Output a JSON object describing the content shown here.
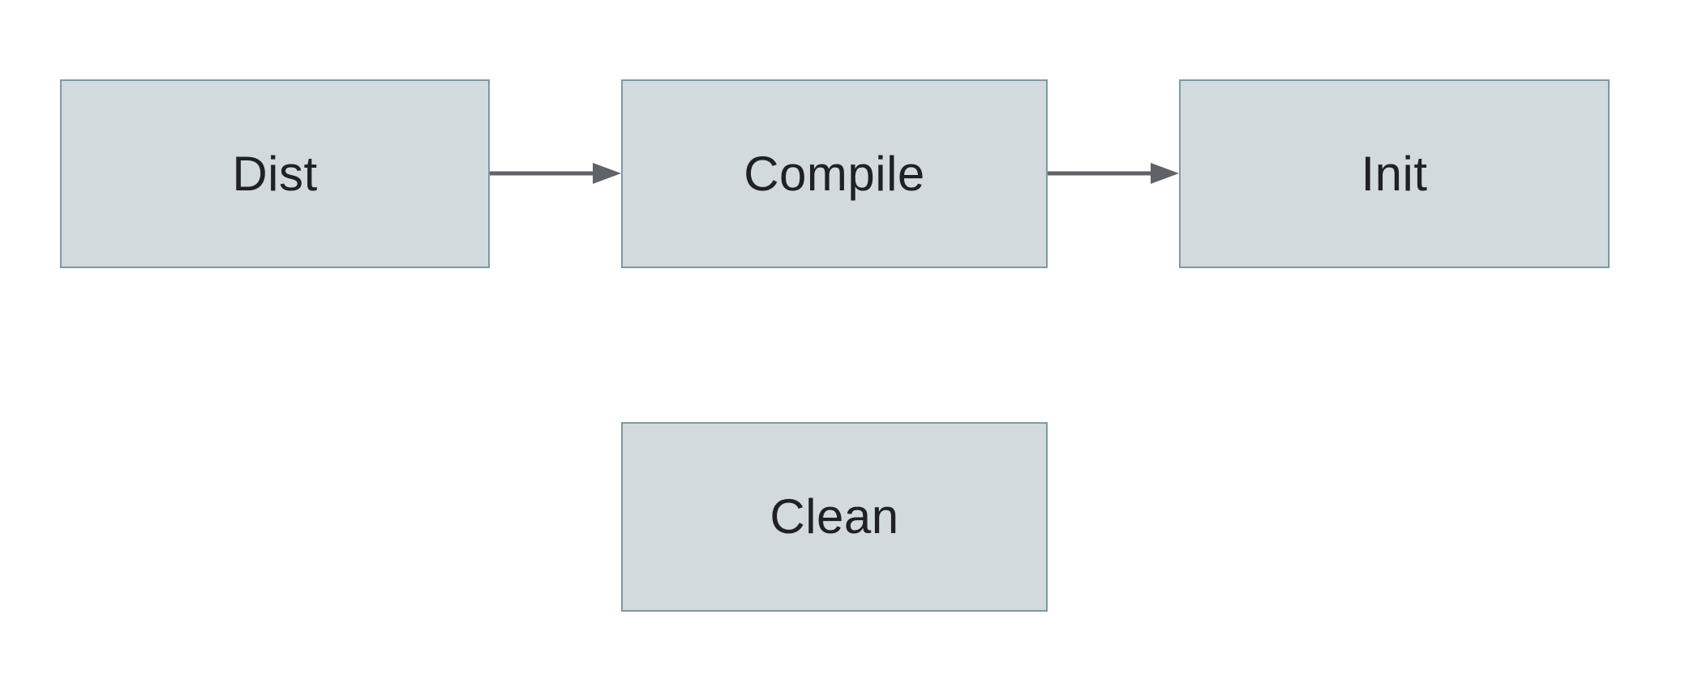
{
  "diagram": {
    "title": "build-tasks-flow",
    "nodes": [
      {
        "id": "dist",
        "label": "Dist"
      },
      {
        "id": "compile",
        "label": "Compile"
      },
      {
        "id": "init",
        "label": "Init"
      },
      {
        "id": "clean",
        "label": "Clean"
      }
    ],
    "edges": [
      {
        "from": "dist",
        "to": "compile",
        "direction": "right"
      },
      {
        "from": "compile",
        "to": "init",
        "direction": "right"
      }
    ],
    "colors": {
      "node_fill": "#d2dadd",
      "node_border": "#7e99a3",
      "arrow": "#5f6368",
      "text": "#202124",
      "background": "#ffffff"
    }
  }
}
